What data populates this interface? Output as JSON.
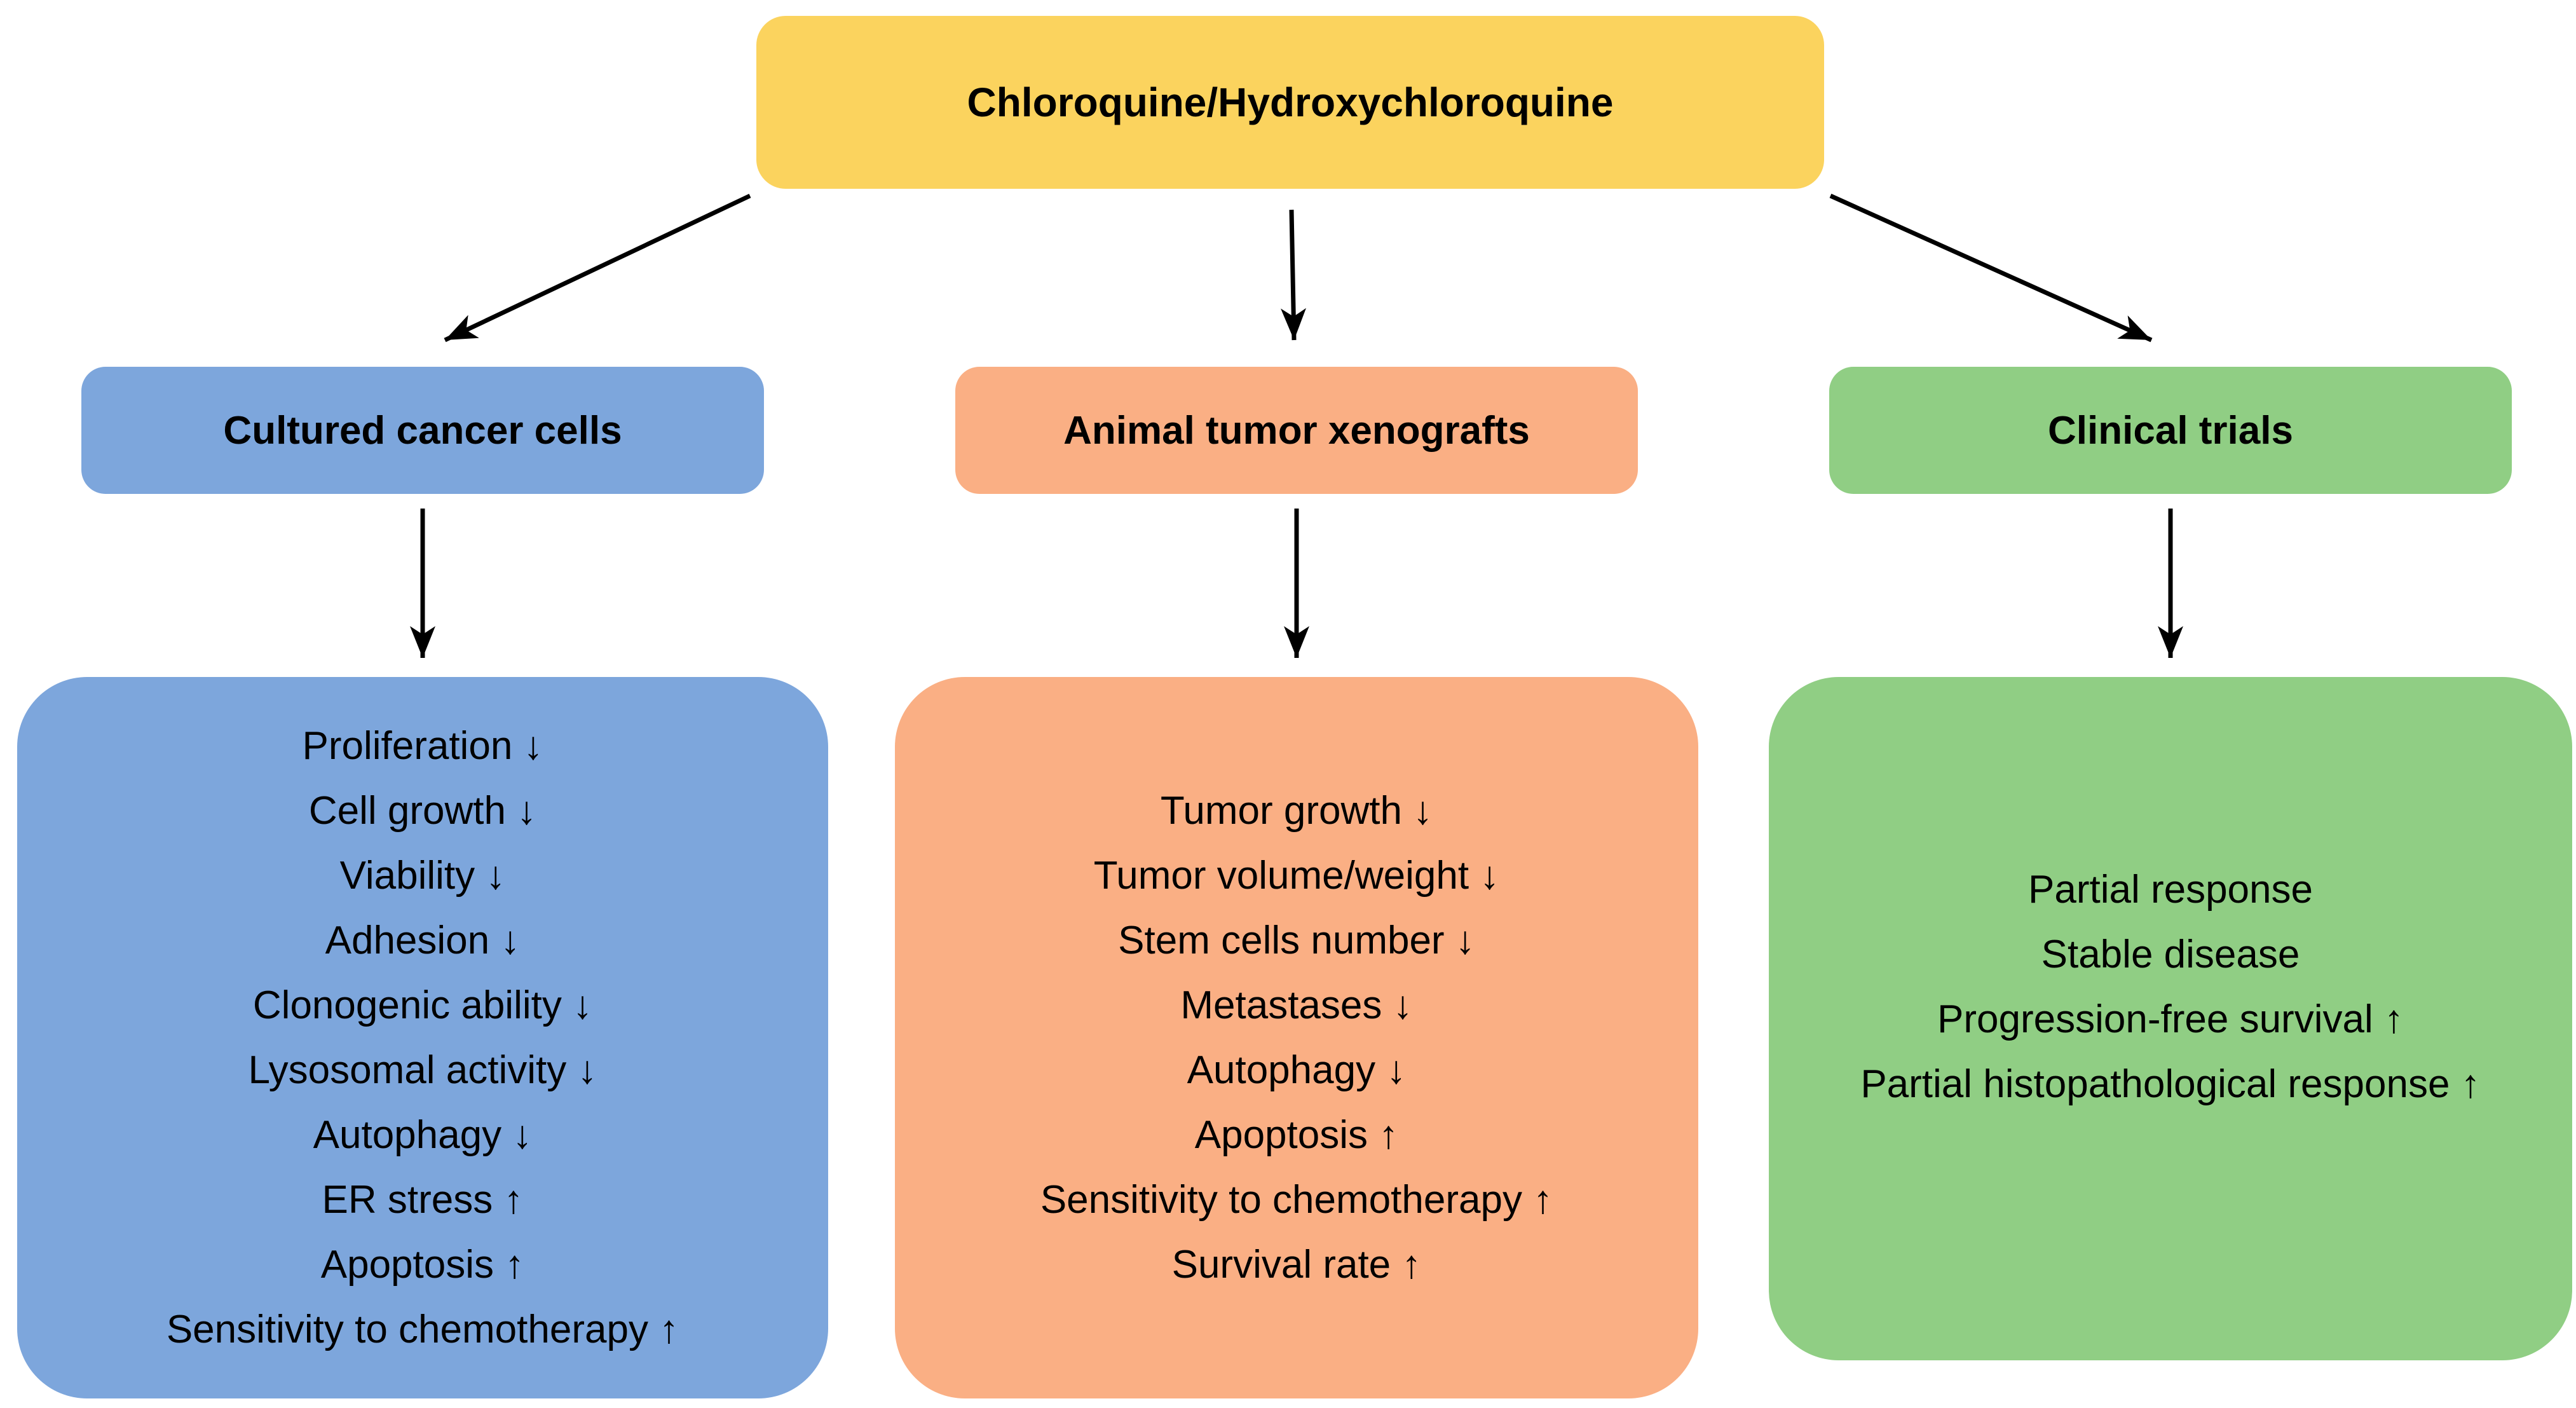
{
  "figure": {
    "background": "#FFFFFF",
    "text_color": "#000000",
    "arrow_color": "#000000",
    "root": {
      "label": "Chloroquine/Hydroxychloroquine",
      "color": "#FBD35E"
    },
    "branches": [
      {
        "header": "Cultured cancer cells",
        "color": "#7DA6DC",
        "effects": [
          "Proliferation ↓",
          "Cell growth ↓",
          "Viability ↓",
          "Adhesion ↓",
          "Clonogenic ability ↓",
          "Lysosomal activity ↓",
          "Autophagy ↓",
          "ER stress ↑",
          "Apoptosis ↑",
          "Sensitivity to chemotherapy ↑"
        ]
      },
      {
        "header": "Animal tumor xenografts",
        "color": "#FAAF84",
        "effects": [
          "Tumor growth ↓",
          "Tumor volume/weight ↓",
          "Stem cells number ↓",
          "Metastases ↓",
          "Autophagy ↓",
          "Apoptosis ↑",
          "Sensitivity to chemotherapy ↑",
          "Survival rate ↑"
        ]
      },
      {
        "header": "Clinical trials",
        "color": "#90CE84",
        "effects": [
          "Partial response",
          "Stable disease",
          "Progression-free survival ↑",
          "Partial histopathological response ↑"
        ]
      }
    ]
  }
}
